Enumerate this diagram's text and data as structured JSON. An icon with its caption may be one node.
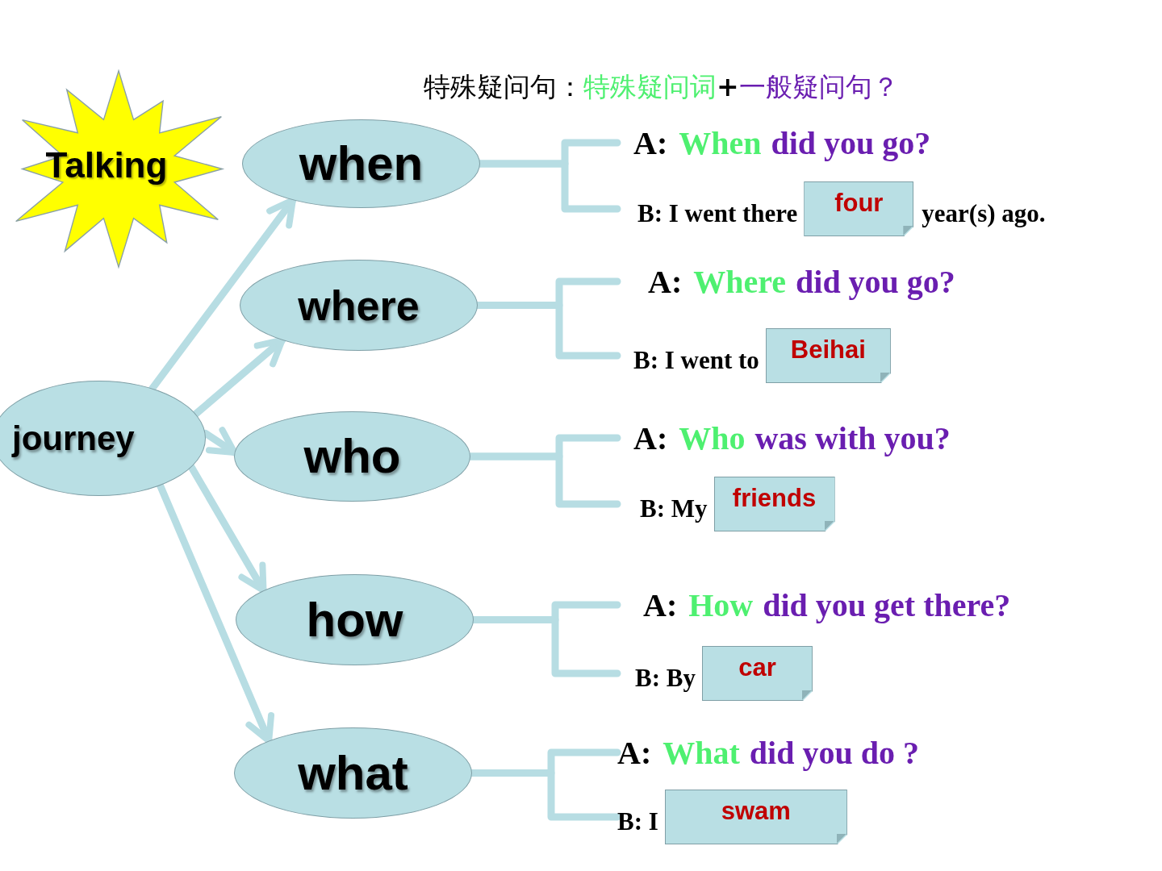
{
  "diagram": {
    "nodes": [
      {
        "text": [
          "Talking"
        ]
      },
      {
        "text": [
          "journey"
        ]
      },
      {
        "text": [
          "when"
        ]
      },
      {
        "text": [
          "A:",
          "When",
          "did you go?"
        ]
      },
      {
        "text": [
          "B: I went there",
          "year(s) ago."
        ]
      },
      {
        "text": [
          "four"
        ],
        "in": 4
      },
      {
        "text": [
          "where"
        ]
      },
      {
        "text": [
          "A:",
          "Where",
          "did you go?"
        ]
      },
      {
        "text": [
          "B: I went to"
        ]
      },
      {
        "text": [
          "Beihai"
        ],
        "in": 8
      },
      {
        "text": [
          "who"
        ]
      },
      {
        "text": [
          "A:",
          "Who",
          "was with you?"
        ]
      },
      {
        "text": [
          "B: My"
        ]
      },
      {
        "text": [
          "friends"
        ],
        "in": 12
      },
      {
        "text": [
          "how"
        ]
      },
      {
        "text": [
          "A:",
          "How",
          "did you get there?"
        ]
      },
      {
        "text": [
          "B: By"
        ]
      },
      {
        "text": [
          "car"
        ],
        "in": 16
      },
      {
        "text": [
          "what"
        ]
      },
      {
        "text": [
          "A:",
          "What",
          "did you do ?"
        ]
      },
      {
        "text": [
          "B: I"
        ]
      },
      {
        "text": [
          "swam"
        ],
        "in": 20
      }
    ],
    "edges": [
      {
        "from": 1,
        "to": 2,
        "arrow": "to"
      },
      {
        "from": 1,
        "to": 6,
        "arrow": "to"
      },
      {
        "from": 1,
        "to": 10,
        "arrow": "to"
      },
      {
        "from": 1,
        "to": 14,
        "arrow": "to"
      },
      {
        "from": 1,
        "to": 18,
        "arrow": "to"
      },
      {
        "from": 2,
        "to": 3,
        "arrow": "none"
      },
      {
        "from": 2,
        "to": 4,
        "arrow": "none"
      },
      {
        "from": 6,
        "to": 7,
        "arrow": "none"
      },
      {
        "from": 6,
        "to": 8,
        "arrow": "none"
      },
      {
        "from": 10,
        "to": 11,
        "arrow": "none"
      },
      {
        "from": 10,
        "to": 12,
        "arrow": "none"
      },
      {
        "from": 14,
        "to": 15,
        "arrow": "none"
      },
      {
        "from": 14,
        "to": 16,
        "arrow": "none"
      },
      {
        "from": 18,
        "to": 19,
        "arrow": "none"
      },
      {
        "from": 18,
        "to": 20,
        "arrow": "none"
      }
    ],
    "labels": [
      "特殊疑问句：",
      "特殊疑问词",
      "+",
      "一般疑问句？"
    ]
  }
}
